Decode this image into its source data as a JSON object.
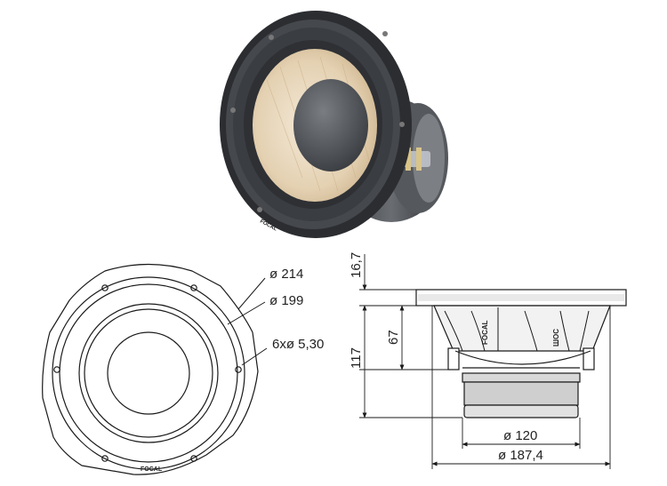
{
  "front_view": {
    "outer_diameter_label": "ø 214",
    "cone_diameter_label": "ø 199",
    "mount_holes_label": "6xø 5,30",
    "brand_mark": "FOCAL"
  },
  "side_view": {
    "height_flange_label": "16,7",
    "height_basket_label": "67",
    "height_total_label": "117",
    "magnet_diameter_label": "ø 120",
    "mount_diameter_label": "ø 187,4",
    "basket_brand_mark": "FOCAL",
    "basket_model_mark": "ШOC"
  },
  "photo": {
    "brand_mark": "FOCAL"
  },
  "colors": {
    "line": "#1a1a1a",
    "cone": "#e7d7bd",
    "surround": "#3a3d42",
    "frame": "#2b2d31"
  }
}
